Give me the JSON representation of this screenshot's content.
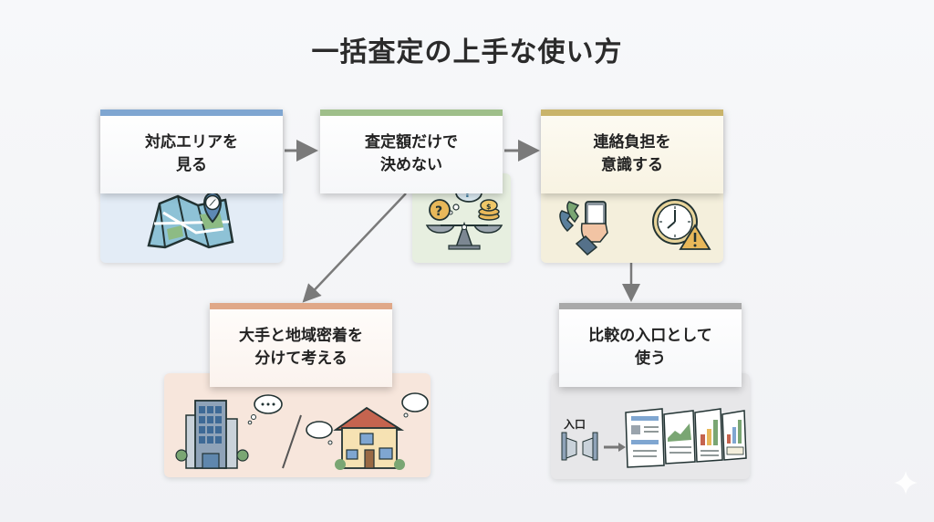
{
  "title": "一括査定の上手な使い方",
  "steps": [
    {
      "label": "対応エリアを\n見る",
      "accent": "#7fa6d1",
      "panel_bg": "#e3ecf6",
      "icon": "map-compass-icon"
    },
    {
      "label": "査定額だけで\n決めない",
      "accent": "#9fbf8a",
      "panel_bg": "#e7efe0",
      "icon": "balance-scale-icon"
    },
    {
      "label": "連絡負担を\n意識する",
      "accent": "#c9b46a",
      "panel_bg": "#f4efdc",
      "icon": "phone-clock-warning-icon"
    },
    {
      "label": "大手と地域密着を\n分けて考える",
      "accent": "#e0a888",
      "panel_bg": "#f7e6dc",
      "icon": "building-vs-house-icon"
    },
    {
      "label": "比較の入口として\n使う",
      "accent": "#a9a9a9",
      "panel_bg": "#e7e7e9",
      "icon": "entrance-documents-icon"
    }
  ],
  "entrance_label": "入口",
  "colors": {
    "arrow": "#7a7a7a",
    "text": "#222222"
  }
}
